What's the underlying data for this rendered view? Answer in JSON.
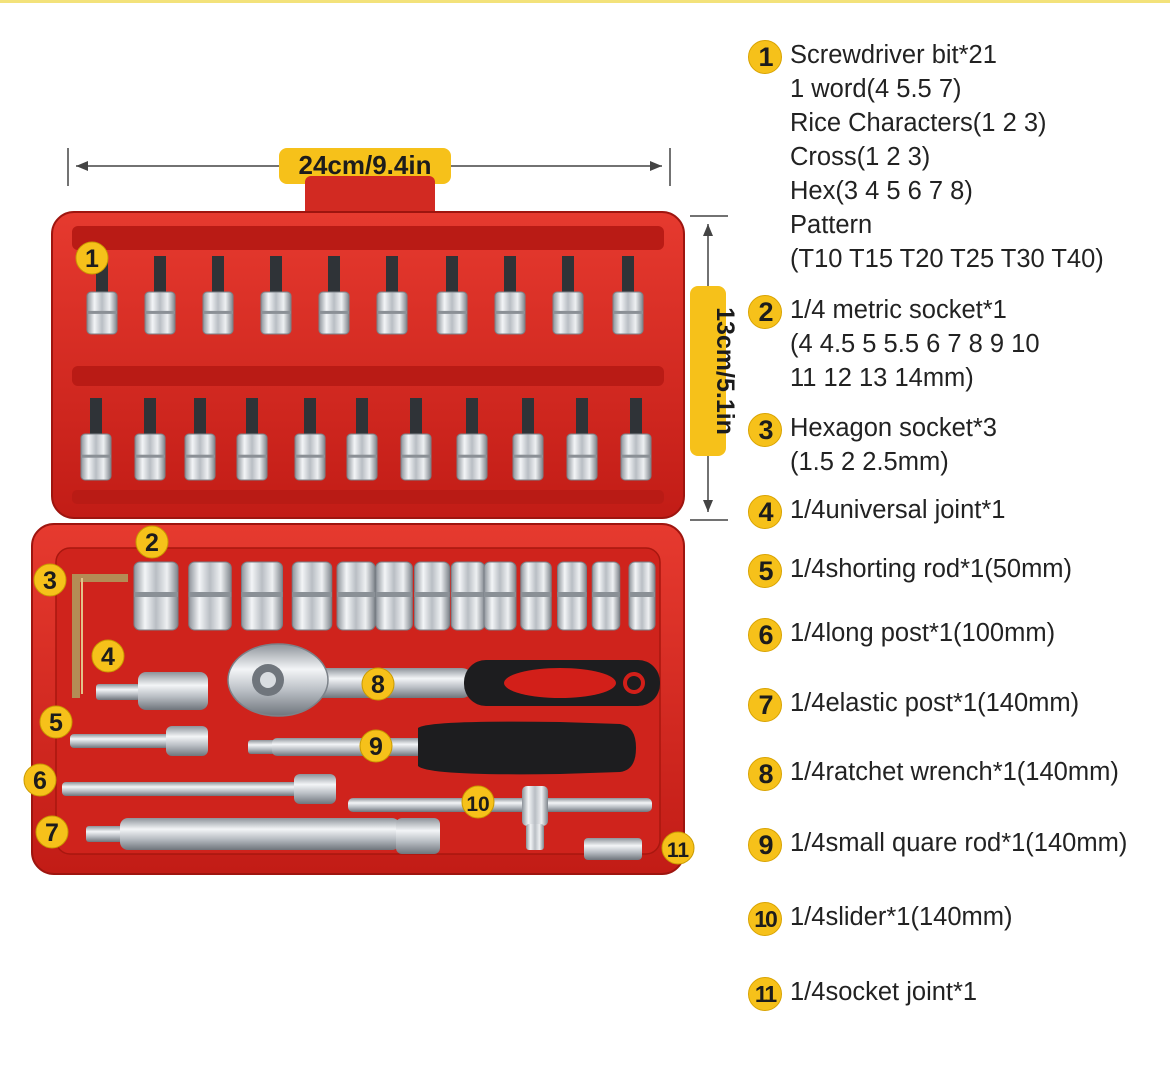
{
  "dimensions": {
    "width": "24cm/9.4in",
    "height": "13cm/5.1in"
  },
  "callouts": [
    "1",
    "2",
    "3",
    "4",
    "5",
    "6",
    "7",
    "8",
    "9",
    "10",
    "11"
  ],
  "items": [
    {
      "num": "1",
      "lines": [
        "Screwdriver bit*21",
        "1 word(4 5.5 7)",
        "Rice Characters(1 2 3)",
        "Cross(1 2 3)",
        "Hex(3 4 5 6 7 8)",
        "Pattern",
        "(T10 T15 T20 T25 T30 T40)"
      ]
    },
    {
      "num": "2",
      "lines": [
        "1/4 metric socket*1",
        "(4 4.5 5 5.5 6 7 8 9 10",
        "11 12 13 14mm)"
      ]
    },
    {
      "num": "3",
      "lines": [
        "Hexagon socket*3",
        "(1.5 2 2.5mm)"
      ]
    },
    {
      "num": "4",
      "lines": [
        "1/4universal joint*1"
      ]
    },
    {
      "num": "5",
      "lines": [
        "1/4shorting rod*1(50mm)"
      ]
    },
    {
      "num": "6",
      "lines": [
        "1/4long post*1(100mm)"
      ]
    },
    {
      "num": "7",
      "lines": [
        "1/4elastic post*1(140mm)"
      ]
    },
    {
      "num": "8",
      "lines": [
        "1/4ratchet wrench*1(140mm)"
      ]
    },
    {
      "num": "9",
      "lines": [
        "1/4small quare rod*1(140mm)"
      ]
    },
    {
      "num": "10",
      "lines": [
        "1/4slider*1(140mm)"
      ]
    },
    {
      "num": "11",
      "lines": [
        "1/4socket joint*1"
      ]
    }
  ],
  "colors": {
    "case_red": "#d8251e",
    "case_dark": "#a9140f",
    "badge_yellow": "#f6c11a",
    "chrome": "#cfd3d8"
  }
}
